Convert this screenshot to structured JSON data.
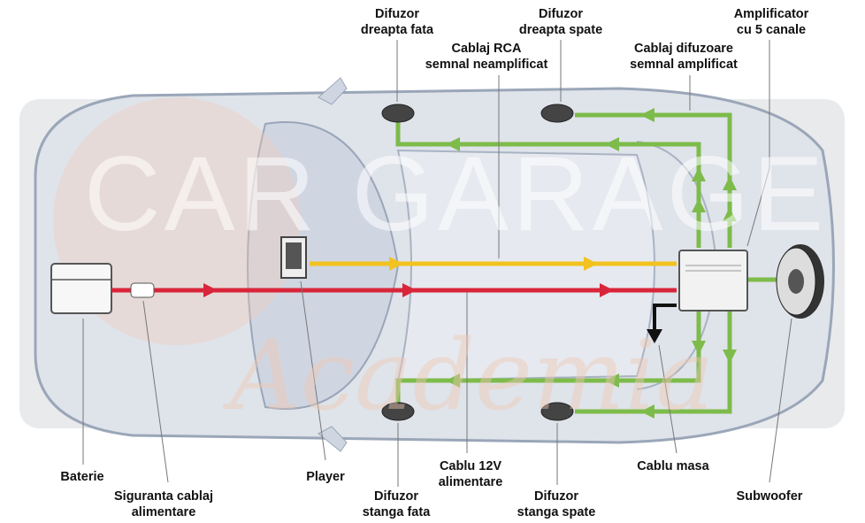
{
  "title": "Schema instalatie audio auto",
  "watermark": {
    "line1": "CAR GARAGE",
    "line2": "Academia"
  },
  "labels": {
    "front_right_speaker": [
      "Difuzor",
      "dreapta fata"
    ],
    "rear_right_speaker": [
      "Difuzor",
      "dreapta spate"
    ],
    "amplifier": [
      "Amplificator",
      "cu 5 canale"
    ],
    "rca_cable": [
      "Cablaj RCA",
      "semnal neamplificat"
    ],
    "speaker_cable": [
      "Cablaj difuzoare",
      "semnal amplificat"
    ],
    "battery": [
      "Baterie"
    ],
    "fuse": [
      "Siguranta cablaj",
      "alimentare"
    ],
    "player": [
      "Player"
    ],
    "front_left_speaker": [
      "Difuzor",
      "stanga fata"
    ],
    "power_cable": [
      "Cablu 12V",
      "alimentare"
    ],
    "rear_left_speaker": [
      "Difuzor",
      "stanga spate"
    ],
    "ground_cable": [
      "Cablu masa"
    ],
    "subwoofer": [
      "Subwoofer"
    ]
  },
  "colors": {
    "rca": "#f2c21f",
    "power": "#d9253a",
    "speaker": "#7dbb4a",
    "ground": "#111111",
    "car": "#9aa6b8"
  }
}
